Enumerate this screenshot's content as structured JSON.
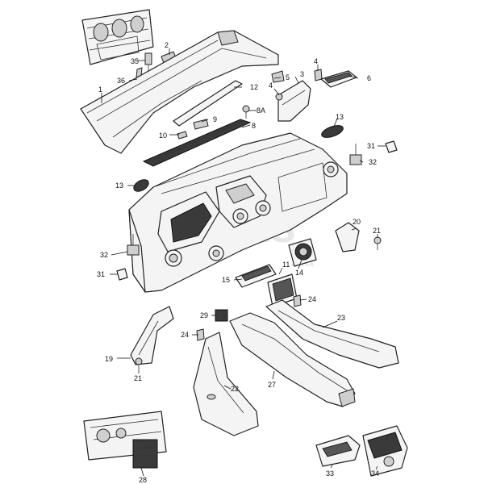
{
  "callouts": [
    {
      "id": "c1",
      "text": "1"
    },
    {
      "id": "c2",
      "text": "2"
    },
    {
      "id": "c3",
      "text": "3"
    },
    {
      "id": "c4a",
      "text": "4"
    },
    {
      "id": "c4b",
      "text": "4"
    },
    {
      "id": "c5",
      "text": "5"
    },
    {
      "id": "c6",
      "text": "6"
    },
    {
      "id": "c8",
      "text": "8"
    },
    {
      "id": "c8a",
      "text": "8A"
    },
    {
      "id": "c9",
      "text": "9"
    },
    {
      "id": "c10",
      "text": "10"
    },
    {
      "id": "c11",
      "text": "11"
    },
    {
      "id": "c12",
      "text": "12"
    },
    {
      "id": "c13a",
      "text": "13"
    },
    {
      "id": "c13b",
      "text": "13"
    },
    {
      "id": "c14",
      "text": "14"
    },
    {
      "id": "c15",
      "text": "15"
    },
    {
      "id": "c19",
      "text": "19"
    },
    {
      "id": "c20",
      "text": "20"
    },
    {
      "id": "c21a",
      "text": "21"
    },
    {
      "id": "c21b",
      "text": "21"
    },
    {
      "id": "c22",
      "text": "22"
    },
    {
      "id": "c23",
      "text": "23"
    },
    {
      "id": "c24a",
      "text": "24"
    },
    {
      "id": "c24b",
      "text": "24"
    },
    {
      "id": "c27",
      "text": "27"
    },
    {
      "id": "c28",
      "text": "28"
    },
    {
      "id": "c29",
      "text": "29"
    },
    {
      "id": "c31a",
      "text": "31"
    },
    {
      "id": "c31b",
      "text": "31"
    },
    {
      "id": "c32a",
      "text": "32"
    },
    {
      "id": "c32b",
      "text": "32"
    },
    {
      "id": "c33",
      "text": "33"
    },
    {
      "id": "c34",
      "text": "34"
    },
    {
      "id": "c35",
      "text": "35"
    },
    {
      "id": "c36",
      "text": "36"
    }
  ],
  "watermark": {
    "main": "parts",
    "sub": ".ua"
  }
}
